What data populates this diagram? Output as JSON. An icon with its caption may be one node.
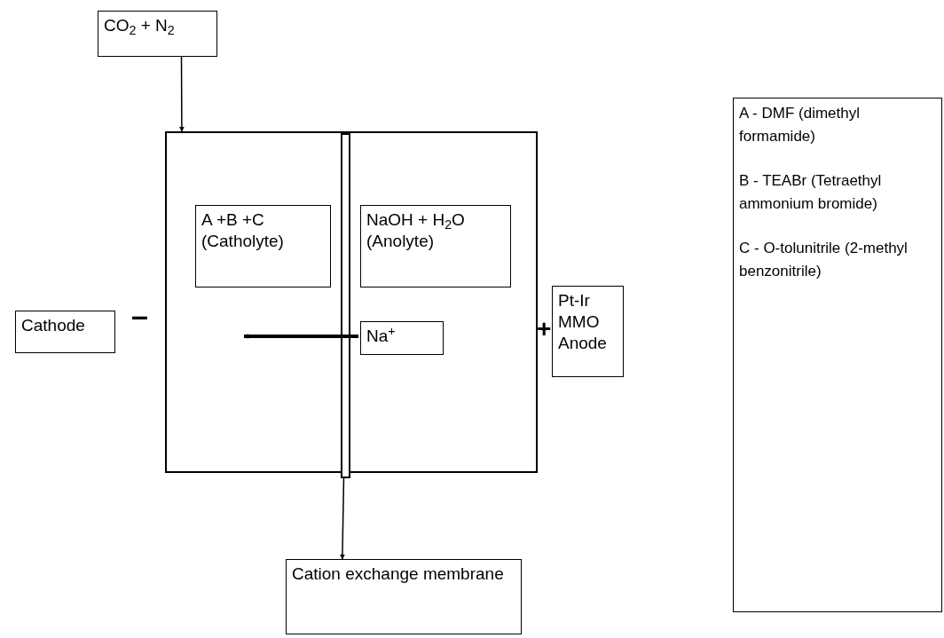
{
  "diagram": {
    "nodes": [
      {
        "text": [
          "CO$_{2}$ + N$_{2}$"
        ]
      },
      {
        "text": [],
        "shape": "box"
      },
      {
        "text": [],
        "shape": "bar",
        "in": 1
      },
      {
        "text": [
          "A +B +C (Catholyte)"
        ],
        "in": 1
      },
      {
        "text": [
          "NaOH + H$_{2}$O (Anolyte)"
        ],
        "in": 1
      },
      {
        "text": [
          "Na$^{+}$"
        ],
        "in": 1
      },
      {
        "text": [
          "Cathode"
        ]
      },
      {
        "text": [
          "Pt-Ir MMO Anode"
        ]
      },
      {
        "text": [
          "A - DMF (dimethyl formamide)",
          "B - TEABr (Tetraethyl ammonium bromide)",
          "C - O-tolunitrile (2-methyl benzonitrile)"
        ]
      },
      {
        "text": [
          "Cation exchange membrane"
        ]
      }
    ],
    "edges": [
      {
        "from": 0,
        "to": 1,
        "arrow": "to"
      },
      {
        "from": 5,
        "to": null,
        "arrow": "to",
        "style": "thick"
      },
      {
        "from": 2,
        "to": 9,
        "arrow": "to"
      }
    ],
    "labels": [
      "–",
      "+"
    ]
  }
}
